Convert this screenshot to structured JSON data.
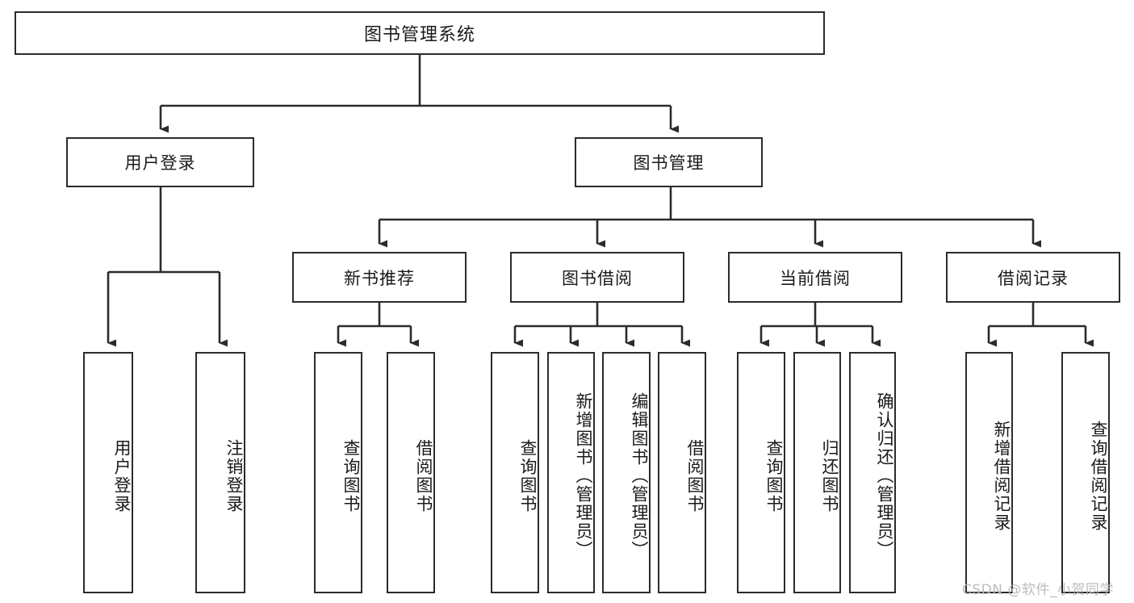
{
  "diagram": {
    "title": "图书管理系统",
    "type": "hierarchy-tree",
    "root": {
      "label": "图书管理系统"
    },
    "level2": [
      {
        "id": "user-login",
        "label": "用户登录"
      },
      {
        "id": "book-manage",
        "label": "图书管理"
      }
    ],
    "level3": [
      {
        "id": "new-book-recommend",
        "label": "新书推荐"
      },
      {
        "id": "book-borrow",
        "label": "图书借阅"
      },
      {
        "id": "current-borrow",
        "label": "当前借阅"
      },
      {
        "id": "borrow-record",
        "label": "借阅记录"
      }
    ],
    "leaves": {
      "user_login": [
        {
          "id": "leaf-user-login",
          "label": "用户登录"
        },
        {
          "id": "leaf-logout-login",
          "label": "注销登录"
        }
      ],
      "new_book_recommend": [
        {
          "id": "leaf-query-book-1",
          "label": "查询图书"
        },
        {
          "id": "leaf-borrow-book-1",
          "label": "借阅图书"
        }
      ],
      "book_borrow": [
        {
          "id": "leaf-query-book-2",
          "label": "查询图书"
        },
        {
          "id": "leaf-add-book",
          "label": "新增图书（管理员）"
        },
        {
          "id": "leaf-edit-book",
          "label": "编辑图书（管理员）"
        },
        {
          "id": "leaf-borrow-book-2",
          "label": "借阅图书"
        }
      ],
      "current_borrow": [
        {
          "id": "leaf-query-book-3",
          "label": "查询图书"
        },
        {
          "id": "leaf-return-book",
          "label": "归还图书"
        },
        {
          "id": "leaf-confirm-return",
          "label": "确认归还（管理员）"
        }
      ],
      "borrow_record": [
        {
          "id": "leaf-add-record",
          "label": "新增借阅记录"
        },
        {
          "id": "leaf-query-record",
          "label": "查询借阅记录"
        }
      ]
    }
  },
  "watermark": {
    "text": "CSDN @软件_小贺同学"
  },
  "colors": {
    "stroke": "#2b2b2b",
    "background": "#ffffff",
    "text": "#1a1a1a",
    "watermark": "#b9b9b9"
  }
}
